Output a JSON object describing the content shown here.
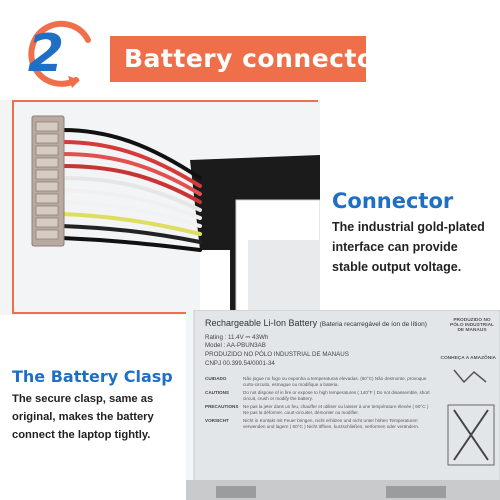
{
  "header": {
    "step_number": "2",
    "title": "Battery connector",
    "accent_color": "#ef6f4a",
    "step_color": "#1f6fc5"
  },
  "connector": {
    "heading": "Connector",
    "description": "The industrial gold-plated interface can provide stable output voltage."
  },
  "clasp": {
    "heading": "The Battery Clasp",
    "description": "The secure clasp, same as original, makes the battery connect the laptop tightly."
  },
  "battery_label": {
    "title": "Rechargeable Li-Ion Battery",
    "title_pt": "(Bateria recarregável de íon de lítion)",
    "rating": "Rating : 11.4V ⎓ 43Wh",
    "model": "Model : AA-PBUN3AB",
    "origin": "PRODUZIDO NO PÓLO INDUSTRIAL DE MANAUS",
    "cnpj": "CNPJ 00.399.54/0001-34",
    "warnings": [
      {
        "key": "CUIDADO",
        "text": "Não jogue no fogo ou exponha a temperaturas elevadas. (60°C) Não desmonte, provoque curto-circuito, esmague ou modifique a bateria."
      },
      {
        "key": "CAUTIONS",
        "text": "Do not dispose of in fire or expose to high temperatures ( 140°F ) Do not disassemble, short circuit, crush or modify the battery."
      },
      {
        "key": "PRECAUTIONS",
        "text": "Ne pas la jeter dans un feu, chauffer et utiliser ou laisser à une température élevée ( 60°C ) Ne pas la déformer, court-circuiter, démonter ou modifier."
      },
      {
        "key": "VORSICHT",
        "text": "Nicht in Kontakt mit Feuer bringen, nicht erhitzen und nicht unter höhen Temperaturen verwenden und lagern ( 60°C ) Nicht öffnen, kurzschließen, verformen oder verändern."
      }
    ],
    "right_top": "PRODUZIDO NO PÓLO INDUSTRIAL DE MANAUS",
    "right_mid": "CONHEÇA A AMAZÔNIA"
  }
}
